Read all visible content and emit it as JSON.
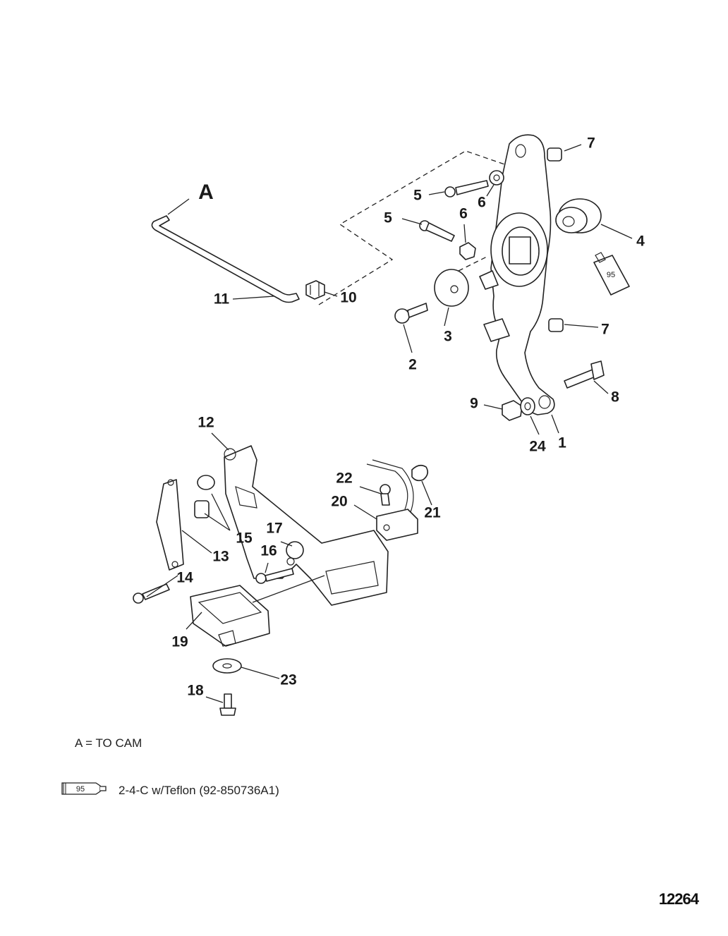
{
  "callouts": {
    "a": "A",
    "c1": "1",
    "c2": "2",
    "c3": "3",
    "c4": "4",
    "c5a": "5",
    "c5b": "5",
    "c6a": "6",
    "c6b": "6",
    "c7a": "7",
    "c7b": "7",
    "c8": "8",
    "c9": "9",
    "c10": "10",
    "c11": "11",
    "c12": "12",
    "c13": "13",
    "c14": "14",
    "c15": "15",
    "c16": "16",
    "c17": "17",
    "c18": "18",
    "c19": "19",
    "c20": "20",
    "c21": "21",
    "c22": "22",
    "c23": "23",
    "c24": "24"
  },
  "tube_label": "95",
  "notes": {
    "a_label": "A = TO CAM",
    "lubricant": "2-4-C w/Teflon (92-850736A1)"
  },
  "figure_number": "12264"
}
